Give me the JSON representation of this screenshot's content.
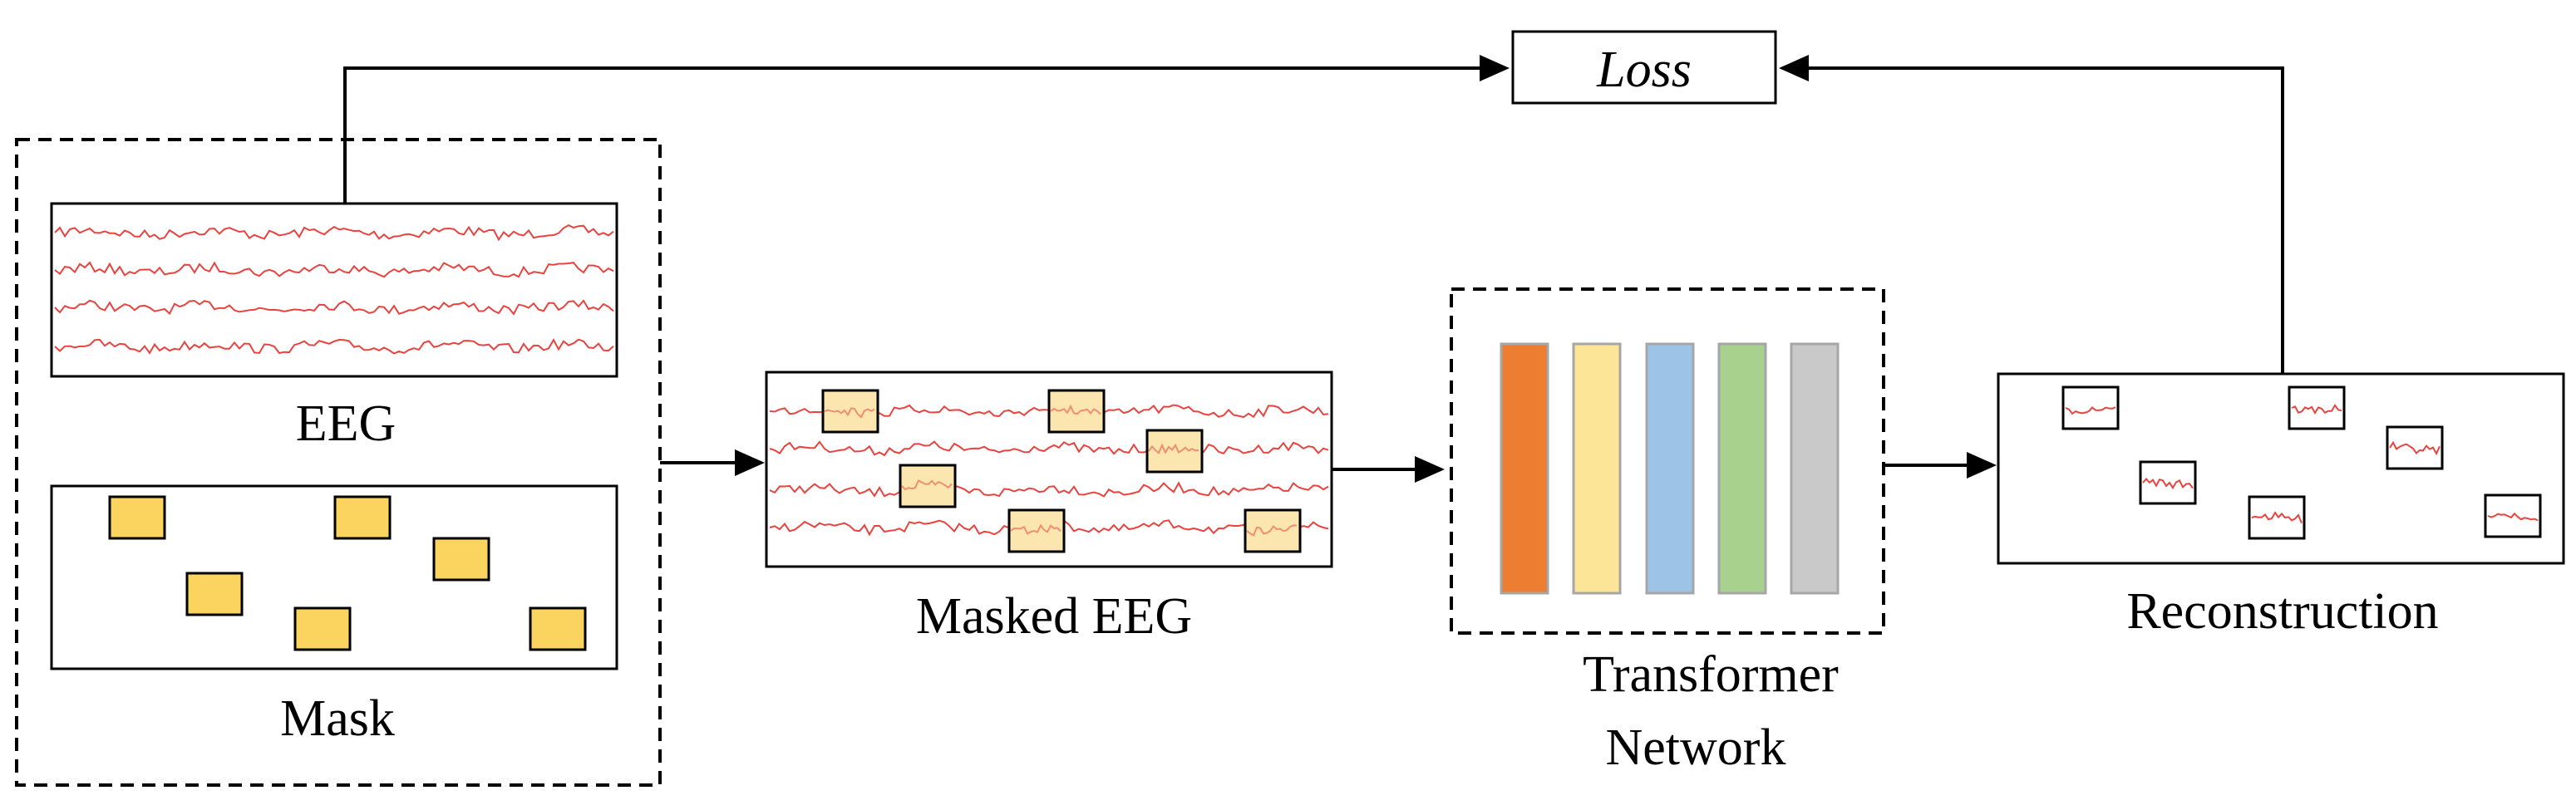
{
  "labels": {
    "loss": "Loss",
    "eeg": "EEG",
    "mask": "Mask",
    "masked_eeg": "Masked EEG",
    "transformer_line1": "Transformer",
    "transformer_line2": "Network",
    "reconstruction": "Reconstruction"
  },
  "colors": {
    "signal": "#e8433f",
    "mask_fill": "#fbd460",
    "masked_patch_fill": "#fbe6b0",
    "layer_orange": "#ed7d31",
    "layer_yellow": "#fde598",
    "layer_blue": "#9dc3e6",
    "layer_green": "#a9d18e",
    "layer_gray": "#c9c9c9",
    "layer_border": "#a6a6a6"
  },
  "transformer_layers": [
    {
      "name": "layer-1",
      "color_key": "layer_orange"
    },
    {
      "name": "layer-2",
      "color_key": "layer_yellow"
    },
    {
      "name": "layer-3",
      "color_key": "layer_blue"
    },
    {
      "name": "layer-4",
      "color_key": "layer_green"
    },
    {
      "name": "layer-5",
      "color_key": "layer_gray"
    }
  ]
}
